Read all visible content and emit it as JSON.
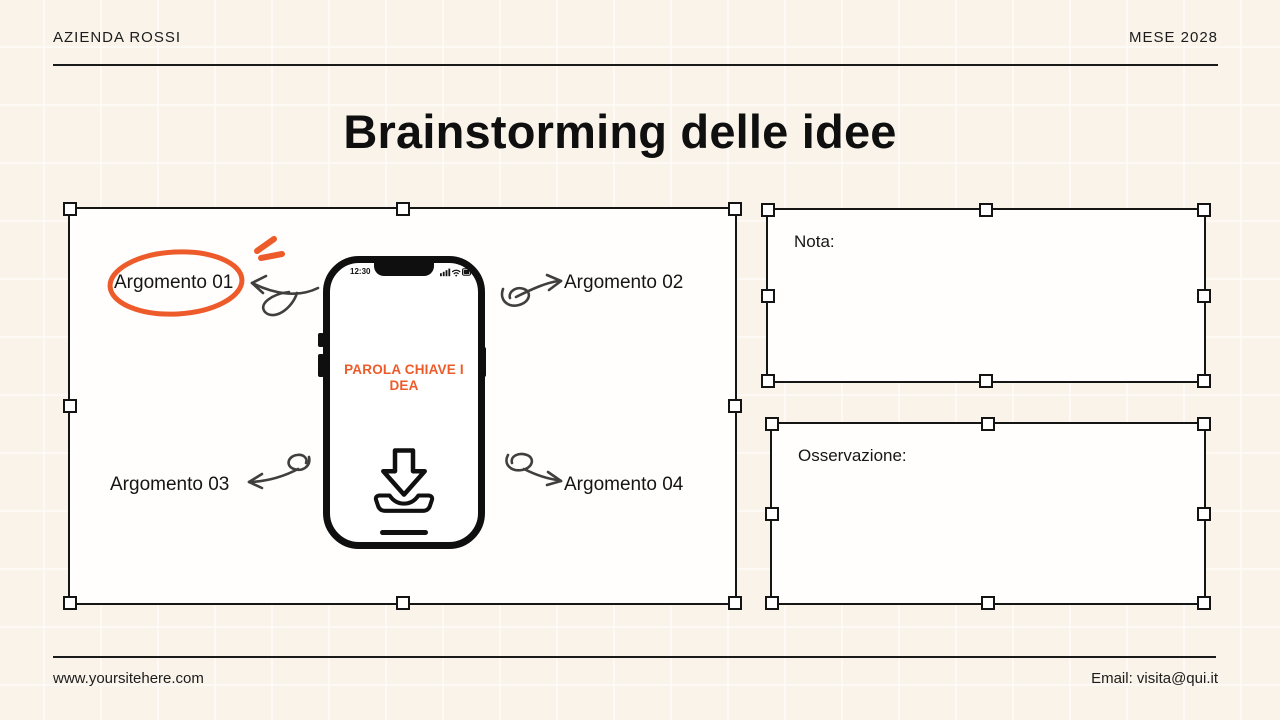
{
  "header": {
    "brand": "AZIENDA ROSSI",
    "date": "MESE 2028"
  },
  "title": "Brainstorming delle idee",
  "board": {
    "topics": [
      {
        "label": "Argomento 01"
      },
      {
        "label": "Argomento 02"
      },
      {
        "label": "Argomento 03"
      },
      {
        "label": "Argomento 04"
      }
    ],
    "phone": {
      "status_time": "12:30",
      "keyword_line1": "PAROLA CHIAVE I",
      "keyword_line2": "DEA"
    }
  },
  "panels": {
    "note_label": "Nota:",
    "observation_label": "Osservazione:"
  },
  "footer": {
    "website": "www.yoursitehere.com",
    "email": "Email: visita@qui.it"
  },
  "colors": {
    "background": "#FAF3EA",
    "accent_orange": "#EE5B2B",
    "ink": "#141414",
    "sketch_gray": "#3F3F3F"
  }
}
